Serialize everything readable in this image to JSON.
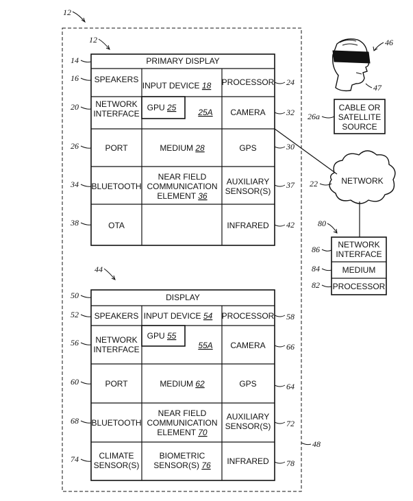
{
  "refs": {
    "outer": "12",
    "inner": "12",
    "lower_group": "44",
    "outer_box": "48",
    "primary_display": "14",
    "speakers1": "16",
    "net1": "20",
    "port1": "26",
    "bt1": "34",
    "ota": "38",
    "proc1": "24",
    "cam1": "32",
    "gps1": "30",
    "aux1": "37",
    "ir1": "42",
    "network": "22",
    "source": "26a",
    "head": "46",
    "face": "47",
    "remote": "80",
    "remote_net": "86",
    "remote_medium": "84",
    "remote_proc": "82",
    "display2": "50",
    "speakers2": "52",
    "net2": "56",
    "port2": "60",
    "bt2": "68",
    "climate": "74",
    "proc2": "58",
    "cam2": "66",
    "gps2": "64",
    "aux2": "72",
    "ir2": "78"
  },
  "primary": {
    "title": "PRIMARY DISPLAY",
    "speakers": "SPEAKERS",
    "input_device": "INPUT DEVICE",
    "input_ref": "18",
    "processor": "PROCESSOR",
    "net_a": "NETWORK",
    "net_b": "INTERFACE",
    "gpu": "GPU",
    "gpu_ref": "25",
    "gpu_mem_ref": "25A",
    "camera": "CAMERA",
    "port": "PORT",
    "medium": "MEDIUM",
    "medium_ref": "28",
    "gps": "GPS",
    "bluetooth": "BLUETOOTH",
    "nfc_a": "NEAR FIELD",
    "nfc_b": "COMMUNICATION",
    "nfc_c": "ELEMENT",
    "nfc_ref": "36",
    "aux_a": "AUXILIARY",
    "aux_b": "SENSOR(S)",
    "ota": "OTA",
    "infrared": "INFRARED"
  },
  "secondary": {
    "title": "DISPLAY",
    "speakers": "SPEAKERS",
    "input_device": "INPUT DEVICE",
    "input_ref": "54",
    "processor": "PROCESSOR",
    "net_a": "NETWORK",
    "net_b": "INTERFACE",
    "gpu": "GPU",
    "gpu_ref": "55",
    "gpu_mem_ref": "55A",
    "camera": "CAMERA",
    "port": "PORT",
    "medium": "MEDIUM",
    "medium_ref": "62",
    "gps": "GPS",
    "bluetooth": "BLUETOOTH",
    "nfc_a": "NEAR FIELD",
    "nfc_b": "COMMUNICATION",
    "nfc_c": "ELEMENT",
    "nfc_ref": "70",
    "aux_a": "AUXILIARY",
    "aux_b": "SENSOR(S)",
    "climate_a": "CLIMATE",
    "climate_b": "SENSOR(S)",
    "bio_a": "BIOMETRIC",
    "bio_b": "SENSOR(S)",
    "bio_ref": "76",
    "infrared": "INFRARED"
  },
  "external": {
    "source_a": "CABLE OR",
    "source_b": "SATELLITE",
    "source_c": "SOURCE",
    "network": "NETWORK",
    "remote_net_a": "NETWORK",
    "remote_net_b": "INTERFACE",
    "remote_medium": "MEDIUM",
    "remote_proc": "PROCESSOR"
  }
}
